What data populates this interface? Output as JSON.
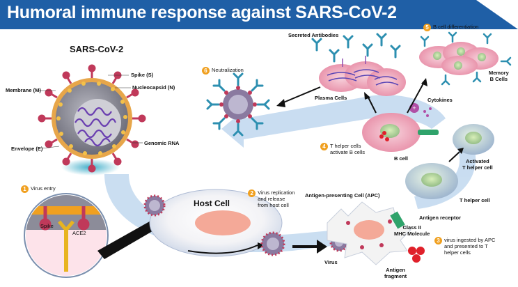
{
  "title": "Humoral immune response against SARS-CoV-2",
  "virus_label": "SARS-CoV-2",
  "virus_parts": {
    "spike": "Spike (S)",
    "nucleocapsid": "Nucleocapsid (N)",
    "membrane": "Membrane (M)",
    "genomic_rna": "Genomic RNA",
    "envelope": "Envelope (E)"
  },
  "steps": [
    {
      "num": "1",
      "text": "Virus entry"
    },
    {
      "num": "2",
      "text": "Virus replication\nand release\nfrom host cell"
    },
    {
      "num": "3",
      "text": "virus ingested by APC\nand presented to T\nhelper cells"
    },
    {
      "num": "4",
      "text": "T helper cells\nactivate B cells"
    },
    {
      "num": "5",
      "text": "B cell differentiation"
    },
    {
      "num": "6",
      "text": "Neutralization"
    }
  ],
  "labels": {
    "spike": "Spike",
    "ace2": "ACE2",
    "host_cell": "Host Cell",
    "apc": "Antigen-presenting Cell (APC)",
    "class_ii": "Class II\nMHC Molecule",
    "antigen_receptor": "Antigen receptor",
    "t_helper": "T helper cell",
    "activated_t": "Activated\nT helper cell",
    "b_cell": "B cell",
    "cytokines": "Cytokines",
    "plasma_cells": "Plasma Cells",
    "secreted_antibodies": "Secreted Antibodies",
    "memory_b": "Memory\nB Cells",
    "virus": "Virus",
    "antigen_fragment": "Antigen\nfragment"
  },
  "colors": {
    "title_bg": "#1f5fa6",
    "step_badge": "#f0a020",
    "flow_arrow": "#b9d3ef",
    "virus_spike": "#c0395a",
    "antibody": "#2c8fb0"
  }
}
